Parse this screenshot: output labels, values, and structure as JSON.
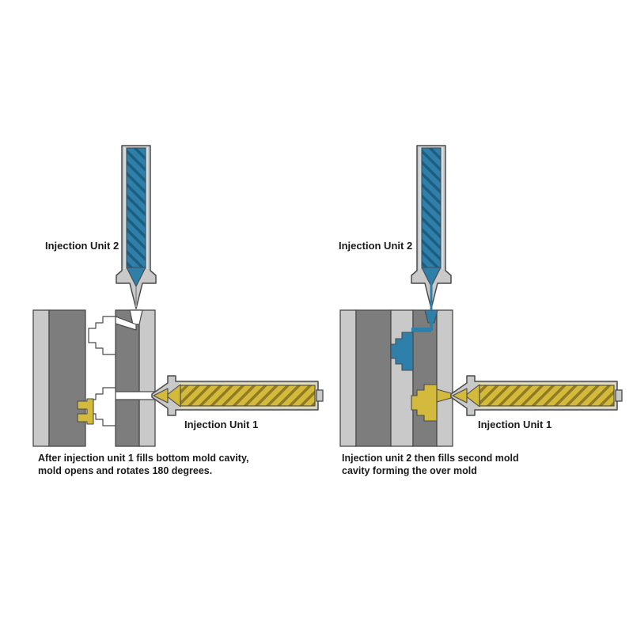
{
  "colors": {
    "background": "#ffffff",
    "outline": "#4a4a4a",
    "mold_dark": "#7d7d7d",
    "mold_light": "#c9c9c9",
    "material_blue": "#2e7fa9",
    "material_blue_dark": "#1d5e80",
    "material_yellow": "#d3b93c",
    "material_yellow_dark": "#8f7c22",
    "bore_blue": "#cfe0e8",
    "bore_yellow": "#e4ddb0",
    "cavity_white": "#ffffff",
    "text": "#1a1a1a"
  },
  "diagram": {
    "panels": [
      {
        "name": "left",
        "vertical_unit_label": "Injection Unit 2",
        "horizontal_unit_label": "Injection Unit 1",
        "caption_lines": [
          "After injection unit 1 fills bottom mold cavity,",
          "mold opens and rotates 180 degrees."
        ]
      },
      {
        "name": "right",
        "vertical_unit_label": "Injection Unit 2",
        "horizontal_unit_label": "Injection Unit 1",
        "caption_lines": [
          "Injection unit 2 then fills second mold",
          "cavity forming the over mold"
        ]
      }
    ]
  }
}
